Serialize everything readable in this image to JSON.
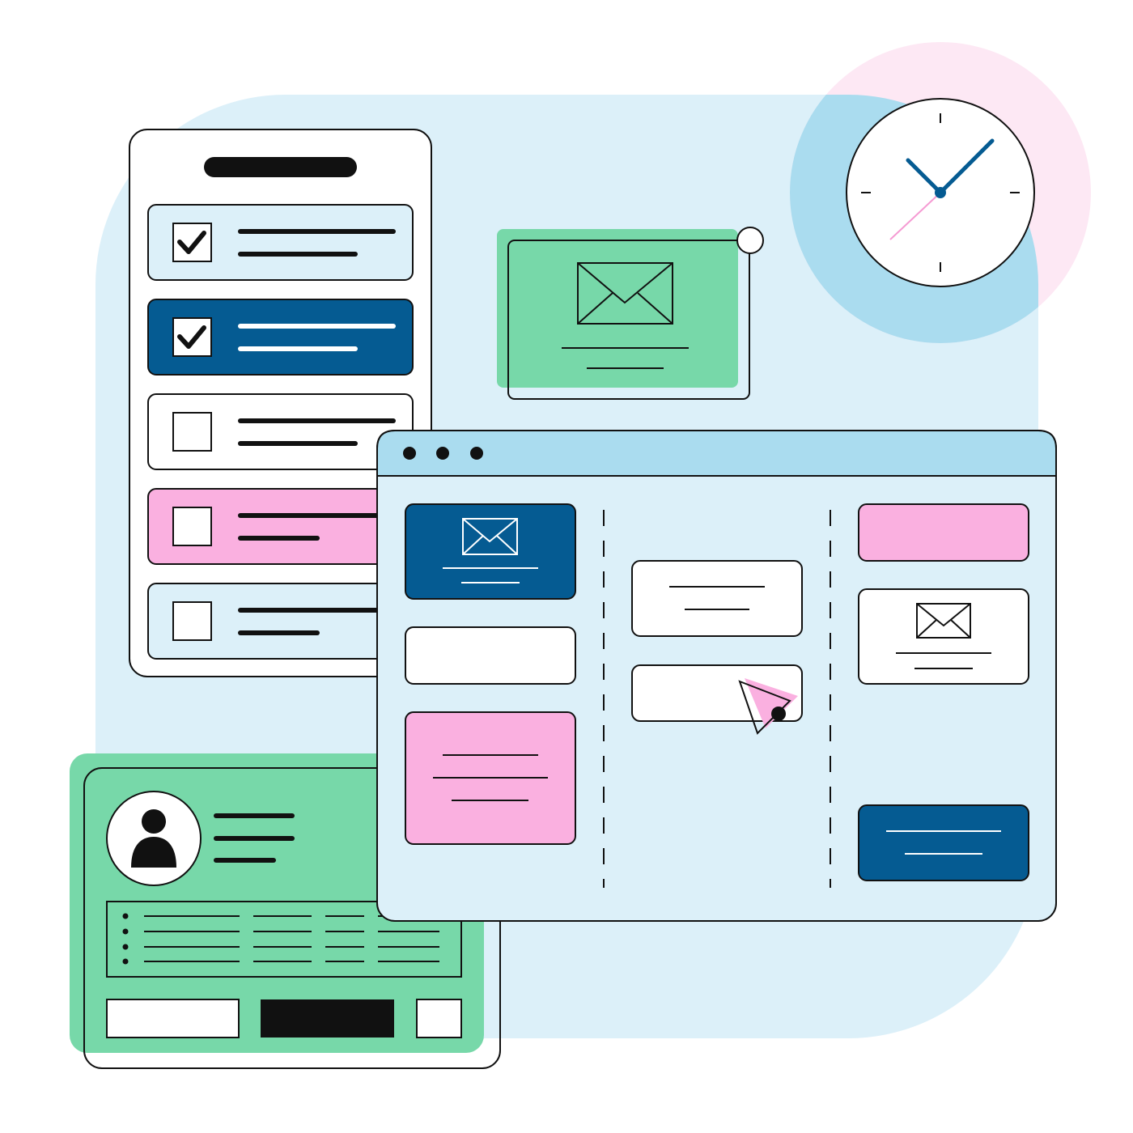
{
  "colors": {
    "background_panel": "#dcf0f9",
    "light_blue": "#aadcef",
    "pink_soft": "#fde8f4",
    "green": "#77d8a9",
    "navy": "#055b92",
    "pink": "#fab0e0",
    "outline": "#111111"
  },
  "checklist": {
    "items": [
      {
        "checked": true,
        "state": "default"
      },
      {
        "checked": true,
        "state": "selected"
      },
      {
        "checked": false,
        "state": "default"
      },
      {
        "checked": false,
        "state": "highlighted"
      },
      {
        "checked": false,
        "state": "default"
      }
    ]
  },
  "clock": {
    "hour_hand": "10",
    "minute_hand": "8"
  }
}
